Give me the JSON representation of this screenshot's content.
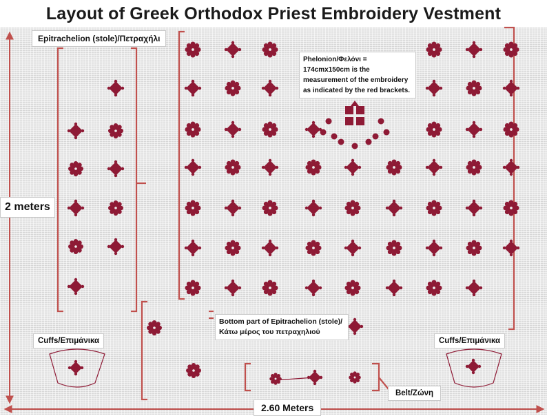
{
  "title": "Layout of Greek Orthodox Priest Embroidery Vestment",
  "labels": {
    "stole": "Epitrachelion (stole)/Πετραχήλι",
    "height": "2 meters",
    "phelonion": "Phelonion/Φελόνι = 174cmx150cm is the measurement of the embroidery as indicated by the red brackets.",
    "stole_bottom": "Bottom part of Epitrachelion (stole)/ Κάτω μέρος του πετραχηλιού",
    "cuffs_left": "Cuffs/Επιμάνικα",
    "cuffs_right": "Cuffs/Επιμάνικα",
    "belt": "Belt/Ζώνη",
    "width": "2.60 Meters"
  },
  "colors": {
    "embroidery": "#8e1a35",
    "bracket": "#c0504d",
    "fabric": "#ececec"
  }
}
